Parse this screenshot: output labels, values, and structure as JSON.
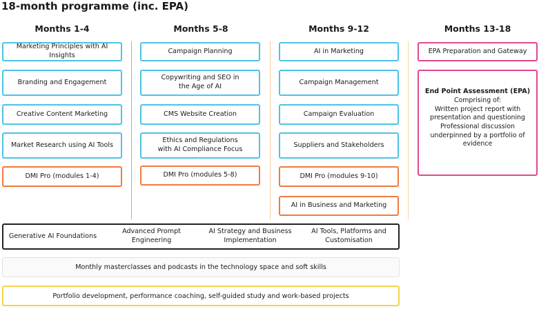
{
  "title": "18-month programme (inc. EPA)",
  "colors": {
    "cyan": "#4cc3e6",
    "orange": "#f07a3e",
    "pink": "#e0478f",
    "yellow": "#f3d34a",
    "dark": "#222222"
  },
  "columns": [
    {
      "heading": "Months 1-4",
      "boxes": [
        "Marketing Principles with AI Insights",
        "Branding and Engagement",
        "Creative Content Marketing",
        "Market Research using AI Tools"
      ],
      "orange": [
        "DMI Pro (modules 1-4)"
      ]
    },
    {
      "heading": "Months 5-8",
      "boxes": [
        "Campaign Planning",
        "Copywriting and SEO in the Age of AI",
        "CMS Website Creation",
        "Ethics and Regulations with AI Compliance Focus"
      ],
      "orange": [
        "DMI Pro (modules 5-8)"
      ]
    },
    {
      "heading": "Months 9-12",
      "boxes": [
        "AI in Marketing",
        "Campaign Management",
        "Campaign Evaluation",
        "Suppliers and Stakeholders"
      ],
      "orange": [
        "DMI Pro (modules 9-10)",
        "AI in Business and Marketing"
      ]
    },
    {
      "heading": "Months 13-18",
      "boxes": [
        "EPA Preparation and Gateway"
      ],
      "epa": {
        "heading": "End Point Assessment (EPA)",
        "sub": "Comprising of:",
        "line1": "Written project report with presentation and questioning",
        "line2": "Professional discussion underpinned by a portfolio of evidence"
      }
    }
  ],
  "themes": [
    "Generative AI Foundations",
    "Advanced Prompt Engineering",
    "AI Strategy and Business Implementation",
    "AI Tools, Platforms and Customisation"
  ],
  "masterclasses": "Monthly masterclasses and podcasts in the technology space and soft skills",
  "portfolio": "Portfolio development, performance coaching, self-guided study and work-based projects"
}
